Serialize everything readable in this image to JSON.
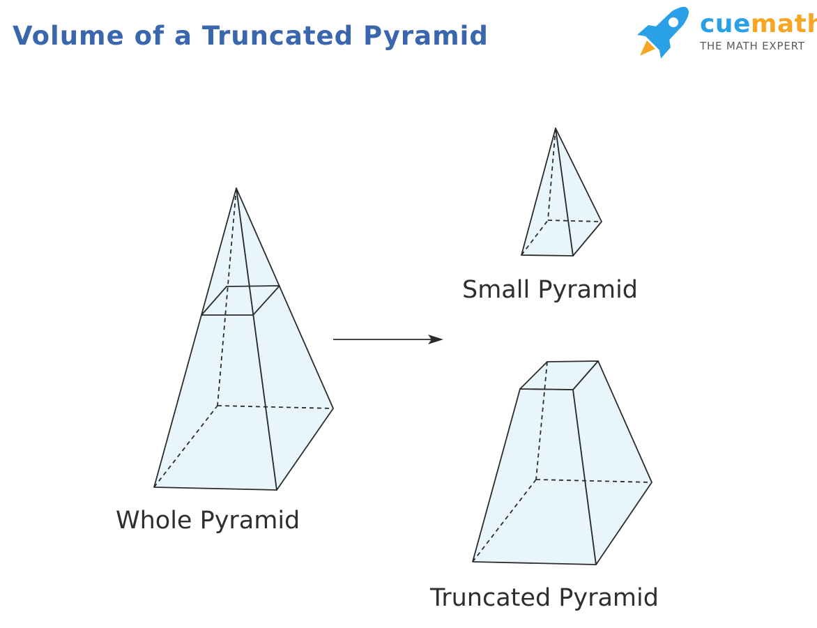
{
  "title": "Volume of a Truncated Pyramid",
  "logo": {
    "brand_part1": "cue",
    "brand_part2": "math",
    "tagline": "THE MATH EXPERT",
    "icon": "rocket-icon",
    "colors": {
      "cue": "#2aa0e6",
      "math": "#f6a623"
    }
  },
  "labels": {
    "whole": "Whole Pyramid",
    "small": "Small Pyramid",
    "truncated": "Truncated Pyramid"
  },
  "colors": {
    "title": "#3a66ad",
    "fill": "#e8f6fc",
    "edge": "#2b2b2b"
  },
  "icons": {
    "arrow": "arrow-right-icon"
  }
}
